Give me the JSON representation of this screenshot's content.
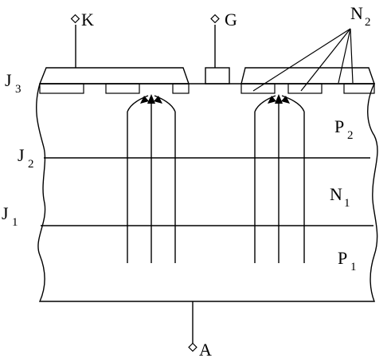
{
  "terminals": {
    "cathode": "K",
    "gate": "G",
    "anode": "A"
  },
  "junctions": {
    "j3": {
      "main": "J",
      "sub": "3"
    },
    "j2": {
      "main": "J",
      "sub": "2"
    },
    "j1": {
      "main": "J",
      "sub": "1"
    }
  },
  "regions": {
    "n2": {
      "main": "N",
      "sub": "2"
    },
    "p2": {
      "main": "P",
      "sub": "2"
    },
    "n1": {
      "main": "N",
      "sub": "1"
    },
    "p1": {
      "main": "P",
      "sub": "1"
    }
  },
  "colors": {
    "line": "#000000",
    "background": "#ffffff"
  }
}
